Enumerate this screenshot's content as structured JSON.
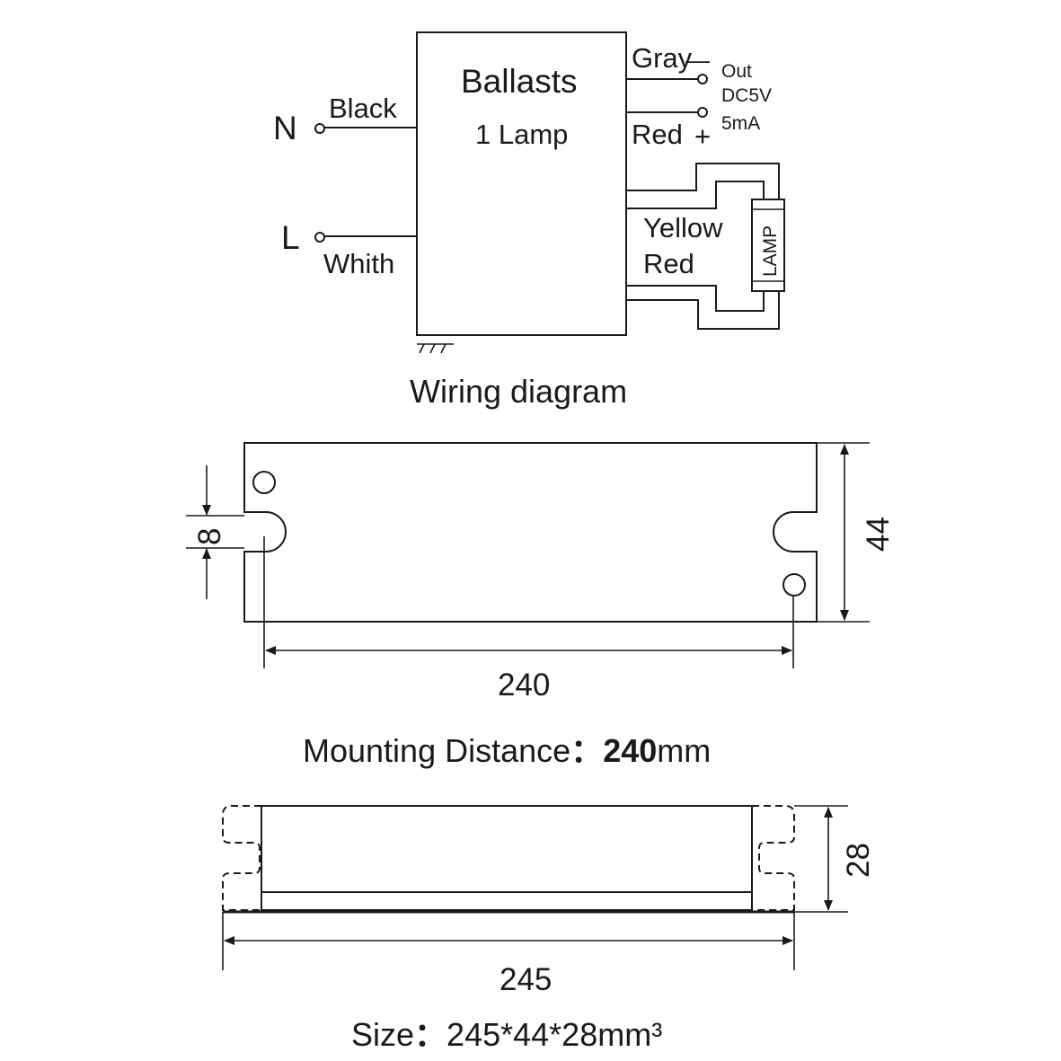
{
  "wiring": {
    "box_title": "Ballasts",
    "box_subtitle": "1 Lamp",
    "n_terminal": "N",
    "l_terminal": "L",
    "wire_black": "Black",
    "wire_white": "Whith",
    "wire_gray": "Gray",
    "wire_red_top": "Red",
    "minus_sign": "—",
    "plus_sign": "+",
    "out_label": "Out",
    "dc_label": "DC5V",
    "ma_label": "5mA",
    "wire_yellow": "Yellow",
    "wire_red_bottom": "Red",
    "lamp_label": "LAMP",
    "caption": "Wiring diagram"
  },
  "top_view": {
    "dim_slot": "8",
    "dim_height": "44",
    "dim_mount": "240",
    "caption_prefix": "Mounting  Distance",
    "caption_sep": "：",
    "caption_value": "240",
    "caption_unit": "mm"
  },
  "side_view": {
    "dim_height": "28",
    "dim_length": "245",
    "caption_prefix": "Size",
    "caption_sep": "：",
    "caption_value": "245*44*28mm³"
  }
}
